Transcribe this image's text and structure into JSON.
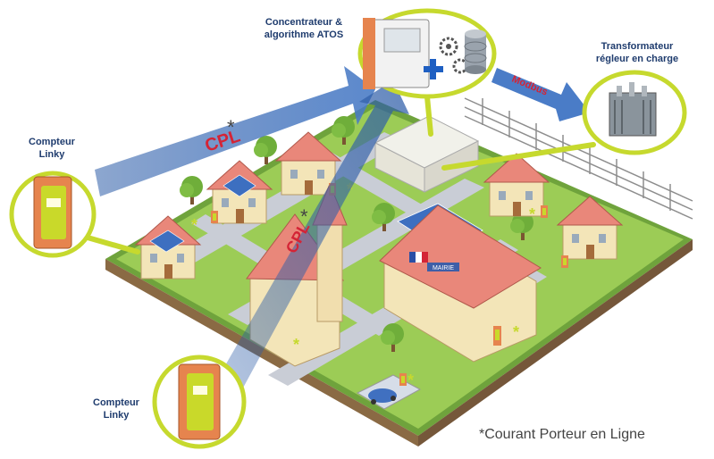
{
  "labels": {
    "concentrator": [
      "Concentrateur &",
      "algorithme  ATOS"
    ],
    "transformer": [
      "Transformateur",
      "régleur en charge"
    ],
    "meter_left": [
      "Compteur",
      "Linky"
    ],
    "meter_bottom": [
      "Compteur",
      "Linky"
    ],
    "modbus": "Modbus",
    "cpl_top": "CPL",
    "cpl_diag": "CPL",
    "asterisk": "*",
    "mairie_sign": "MAIRIE",
    "footnote": "*Courant Porteur en Ligne"
  },
  "icons": [
    "electric-meter-icon",
    "gear-icon",
    "database-icon",
    "plus-icon",
    "transformer-icon",
    "solar-panel-icon",
    "electric-car-icon",
    "tree-icon",
    "flag-icon"
  ],
  "colors": {
    "halo_ring": "#c6d92e",
    "arrow_blue": "#4a7cc7",
    "cpl_red": "#d42436",
    "label_navy": "#1f3c6e",
    "grass": "#8fc04a",
    "road": "#c9cdd6",
    "roof": "#e9877a",
    "wall": "#f3e5b8",
    "meter_body": "#e6844e",
    "meter_screen": "#c9d92a"
  }
}
